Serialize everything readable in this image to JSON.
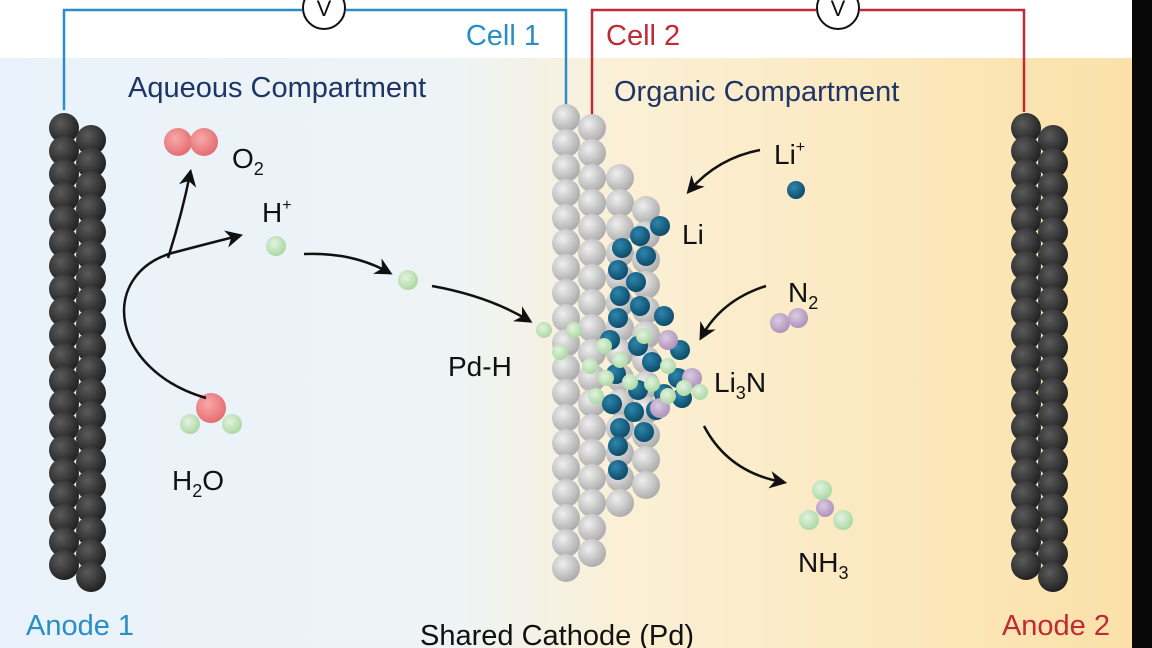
{
  "colors": {
    "cell1": "#2a8ec6",
    "cell2": "#c02a35",
    "compartment_text": "#1e3566",
    "aqueous_bg": "#e9f2fb",
    "organic_bg": "#fbe1a8",
    "anode": "#2b2b2b",
    "cathode": "#c8c8c8",
    "lithium": "#0e5a7e",
    "hydrogen": "#bfe3b9",
    "oxygen": "#ef8082",
    "nitrogen": "#c3a9cc"
  },
  "labels": {
    "cell1": "Cell 1",
    "cell2": "Cell 2",
    "voltmeter_symbol": "V",
    "aqueous": "Aqueous Compartment",
    "organic": "Organic Compartment",
    "anode1": "Anode 1",
    "anode2": "Anode 2",
    "cathode": "Shared Cathode (Pd)"
  },
  "species": {
    "o2": {
      "base": "O",
      "sub": "2"
    },
    "h_plus": {
      "base": "H",
      "sup": "+"
    },
    "h2o": {
      "pre": "H",
      "sub": "2",
      "post": "O"
    },
    "pd_h": "Pd-H",
    "li_plus": {
      "base": "Li",
      "sup": "+"
    },
    "li": "Li",
    "n2": {
      "base": "N",
      "sub": "2"
    },
    "li3n": {
      "pre": "Li",
      "sub": "3",
      "post": "N"
    },
    "nh3": {
      "pre": "NH",
      "sub": "3"
    }
  }
}
